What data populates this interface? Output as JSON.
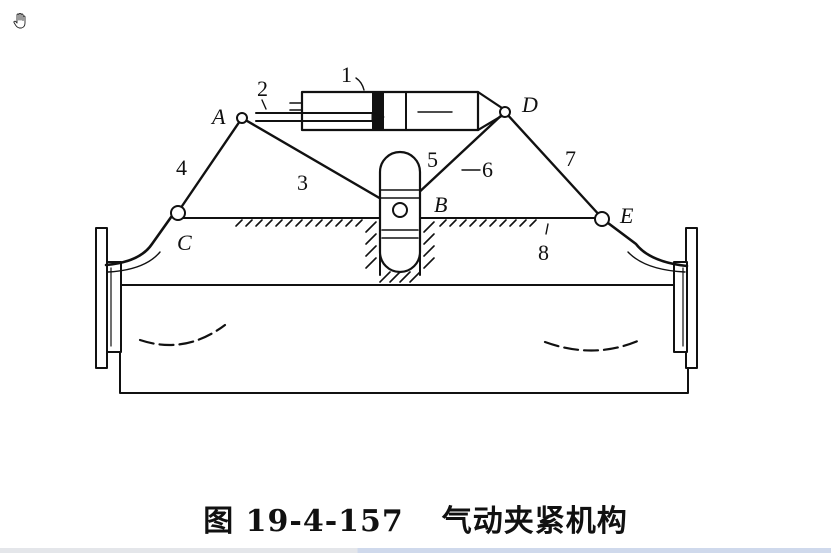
{
  "cursor": {
    "icon": "hand-cursor-icon"
  },
  "labels": {
    "part_1": "1",
    "part_2": "2",
    "part_3": "3",
    "part_4": "4",
    "part_5": "5",
    "part_6": "6",
    "part_7": "7",
    "part_8": "8",
    "joint_a": "A",
    "joint_b": "B",
    "joint_c": "C",
    "joint_d": "D",
    "joint_e": "E"
  },
  "caption": {
    "figure_number": "图 19-4-157",
    "title": "气动夹紧机构"
  }
}
